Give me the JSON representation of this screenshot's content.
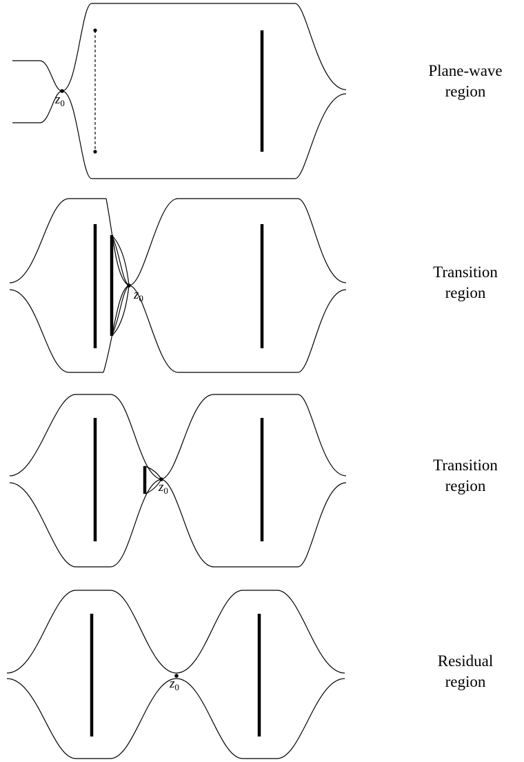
{
  "panels": [
    {
      "id": "plane-wave",
      "label_line1": "Plane-wave",
      "label_line2": "region",
      "point_symbol": "z",
      "point_subscript": "0"
    },
    {
      "id": "transition-1",
      "label_line1": "Transition",
      "label_line2": "region",
      "point_symbol": "z",
      "point_subscript": "0"
    },
    {
      "id": "transition-2",
      "label_line1": "Transition",
      "label_line2": "region",
      "point_symbol": "z",
      "point_subscript": "0"
    },
    {
      "id": "residual",
      "label_line1": "Residual",
      "label_line2": "region",
      "point_symbol": "z",
      "point_subscript": "0"
    }
  ],
  "colors": {
    "stroke": "#000000",
    "background": "#ffffff"
  }
}
